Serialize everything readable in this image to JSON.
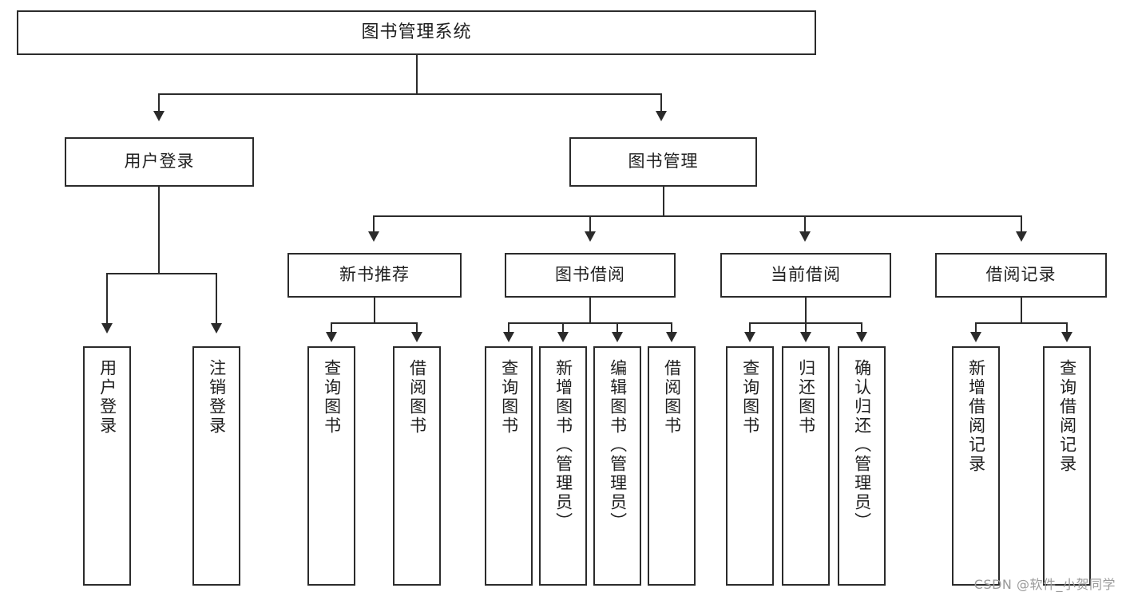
{
  "diagram": {
    "type": "tree",
    "title": "图书管理系统",
    "root": {
      "label": "图书管理系统"
    },
    "level2": [
      {
        "id": "user-login",
        "label": "用户登录"
      },
      {
        "id": "book-manage",
        "label": "图书管理"
      }
    ],
    "level3": [
      {
        "id": "new-book-recommend",
        "label": "新书推荐",
        "parent": "book-manage"
      },
      {
        "id": "book-borrow",
        "label": "图书借阅",
        "parent": "book-manage"
      },
      {
        "id": "current-borrow",
        "label": "当前借阅",
        "parent": "book-manage"
      },
      {
        "id": "borrow-record",
        "label": "借阅记录",
        "parent": "book-manage"
      }
    ],
    "leaves": [
      {
        "id": "leaf-user-login",
        "label": "用户登录",
        "parent": "user-login"
      },
      {
        "id": "leaf-user-logout",
        "label": "注销登录",
        "parent": "user-login"
      },
      {
        "id": "leaf-query-book-1",
        "label": "查询图书",
        "parent": "new-book-recommend"
      },
      {
        "id": "leaf-borrow-book-1",
        "label": "借阅图书",
        "parent": "new-book-recommend"
      },
      {
        "id": "leaf-query-book-2",
        "label": "查询图书",
        "parent": "book-borrow"
      },
      {
        "id": "leaf-add-book",
        "label": "新增图书（管理员）",
        "parent": "book-borrow"
      },
      {
        "id": "leaf-edit-book",
        "label": "编辑图书（管理员）",
        "parent": "book-borrow"
      },
      {
        "id": "leaf-borrow-book-2",
        "label": "借阅图书",
        "parent": "book-borrow"
      },
      {
        "id": "leaf-query-book-3",
        "label": "查询图书",
        "parent": "current-borrow"
      },
      {
        "id": "leaf-return-book",
        "label": "归还图书",
        "parent": "current-borrow"
      },
      {
        "id": "leaf-confirm-return",
        "label": "确认归还（管理员）",
        "parent": "current-borrow"
      },
      {
        "id": "leaf-add-record",
        "label": "新增借阅记录",
        "parent": "borrow-record"
      },
      {
        "id": "leaf-query-record",
        "label": "查询借阅记录",
        "parent": "borrow-record"
      }
    ],
    "colors": {
      "background": "#ffffff",
      "box_fill": "#ffffff",
      "box_border": "#2b2b2b",
      "connector": "#2b2b2b",
      "text": "#1f1f1f",
      "watermark": "#9a9a9a"
    }
  },
  "watermark": {
    "text": "CSDN @软件_小贺同学"
  }
}
